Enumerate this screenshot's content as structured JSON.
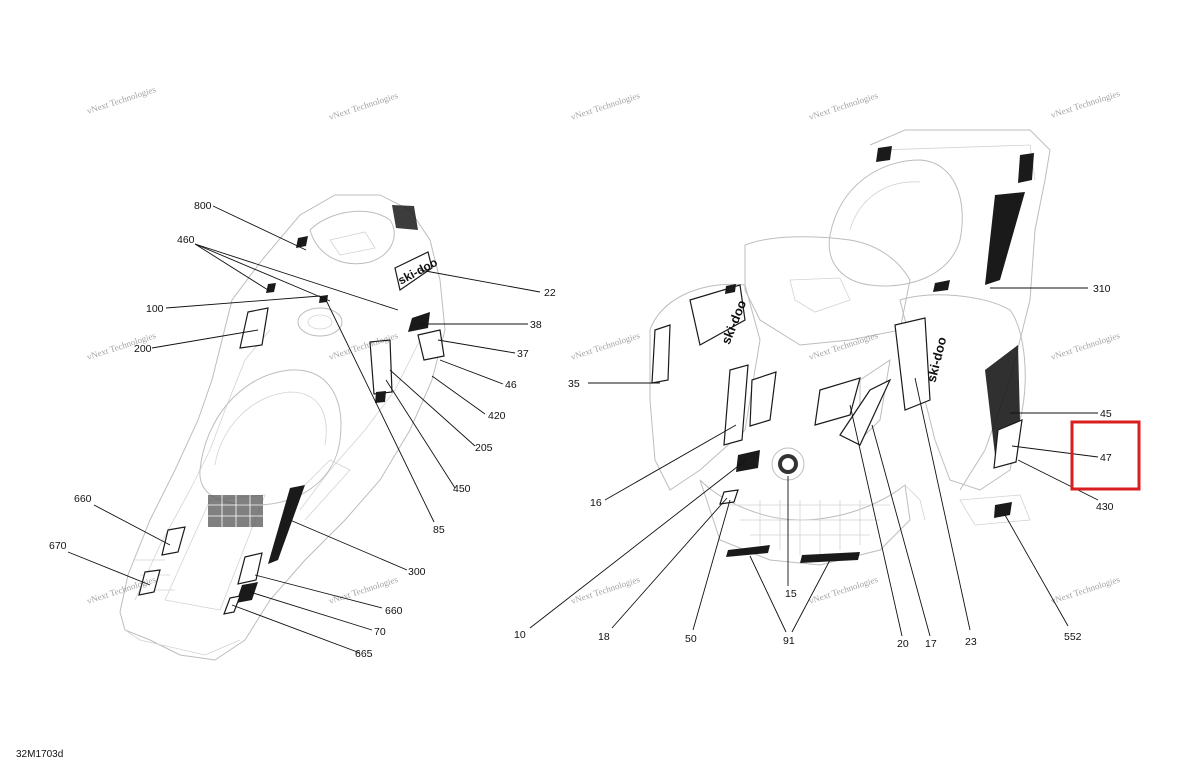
{
  "document_code": "32M1703d",
  "watermark_text": "vNext Technologies",
  "highlight_color": "#d81e1e",
  "highlighted_callout": "47",
  "left_view": {
    "callouts": [
      "800",
      "460",
      "100",
      "200",
      "22",
      "38",
      "37",
      "46",
      "420",
      "205",
      "450",
      "85",
      "300",
      "660",
      "670",
      "660",
      "70",
      "665"
    ]
  },
  "right_view": {
    "callouts": [
      "310",
      "35",
      "45",
      "47",
      "430",
      "16",
      "10",
      "18",
      "50",
      "15",
      "91",
      "20",
      "17",
      "23",
      "552"
    ]
  }
}
